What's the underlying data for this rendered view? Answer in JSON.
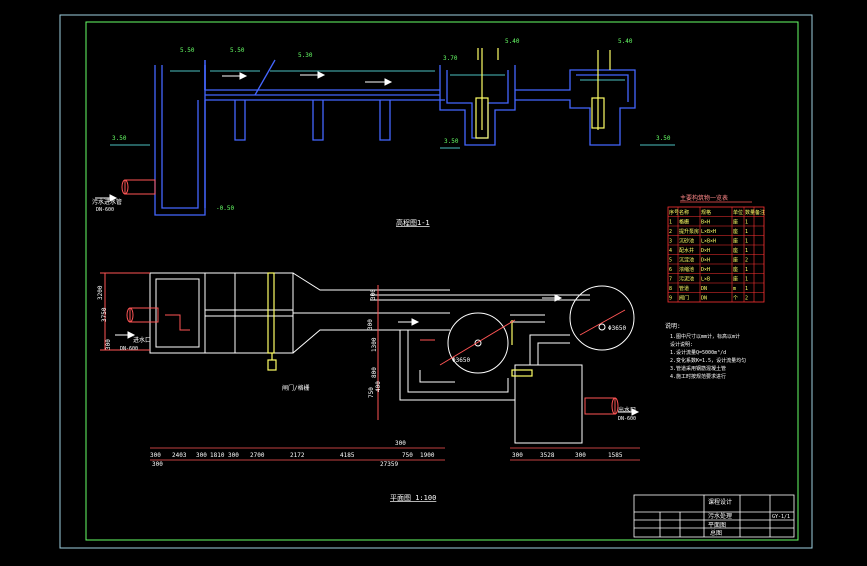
{
  "elevations": {
    "e1": "5.50",
    "e2": "5.50",
    "e3": "5.30",
    "e4": "5.40",
    "e5": "3.70",
    "e6": "5.40",
    "ground_left": "3.50",
    "ground_mid": "3.50",
    "ground_right": "3.50",
    "bottom": "-0.50"
  },
  "section": {
    "title": "高程图1-1",
    "inlet_label": "污水进水管",
    "inlet_code": "DN-600"
  },
  "plan": {
    "title": "平面图 1:100",
    "inlet_label": "进水口",
    "inlet_code": "DN-600",
    "outlet_label": "出水口",
    "outlet_code": "DN-600",
    "gate_label": "闸门/格栅",
    "tank1_label": "Φ3650",
    "tank2_label": "Φ3650"
  },
  "plan_dims": {
    "left_top": "3200",
    "left_mid": "3750",
    "left_bot": "300",
    "vert1": "300",
    "vert2": "300",
    "vert3": "1300",
    "vert4": "800",
    "vert5": "750",
    "vert6": "400",
    "mid": "300",
    "bottom_row": [
      "300",
      "2403",
      "300",
      "1810",
      "300",
      "2700",
      "2172",
      "4185",
      "750",
      "1900"
    ],
    "bottom_right": [
      "300",
      "3528",
      "300",
      "1585"
    ],
    "total": "27359",
    "start": "300"
  },
  "table": {
    "title": "主要构筑物一览表",
    "headers": [
      "序号",
      "名称",
      "规格",
      "单位",
      "数量",
      "备注"
    ],
    "rows": [
      [
        "1",
        "格栅",
        "B×H",
        "座",
        "1",
        ""
      ],
      [
        "2",
        "提升泵房",
        "L×B×H",
        "座",
        "1",
        ""
      ],
      [
        "3",
        "沉砂池",
        "L×B×H",
        "座",
        "1",
        ""
      ],
      [
        "4",
        "配水井",
        "D×H",
        "座",
        "1",
        ""
      ],
      [
        "5",
        "沉淀池",
        "D×H",
        "座",
        "2",
        ""
      ],
      [
        "6",
        "浓缩池",
        "D×H",
        "座",
        "1",
        ""
      ],
      [
        "7",
        "污泥池",
        "L×B",
        "座",
        "1",
        ""
      ],
      [
        "8",
        "管道",
        "DN",
        "m",
        "1",
        ""
      ],
      [
        "9",
        "阀门",
        "DN",
        "个",
        "2",
        ""
      ]
    ]
  },
  "notes": {
    "title": "说明:",
    "lines": [
      "1.图中尺寸以mm计，标高以m计",
      "设计说明:",
      "1.设计流量Q=5000m³/d",
      "2.变化系数K=1.5，设计流量均匀",
      "3.管道采用钢筋混凝土管",
      "4.施工时按规范要求进行"
    ]
  },
  "title_block": {
    "r1": "课程设计",
    "r2": "污水处理",
    "r3": "平面图",
    "r4": "总图",
    "code": "GY-1/1"
  },
  "colors": {
    "border": "#66ff66",
    "structure": "#4466ff",
    "pipe": "#ffffff",
    "dim": "#ff5555",
    "text_yellow": "#ffff66",
    "gate": "#ffff66",
    "ground": "#66ffff",
    "table_line": "#ff3333"
  }
}
